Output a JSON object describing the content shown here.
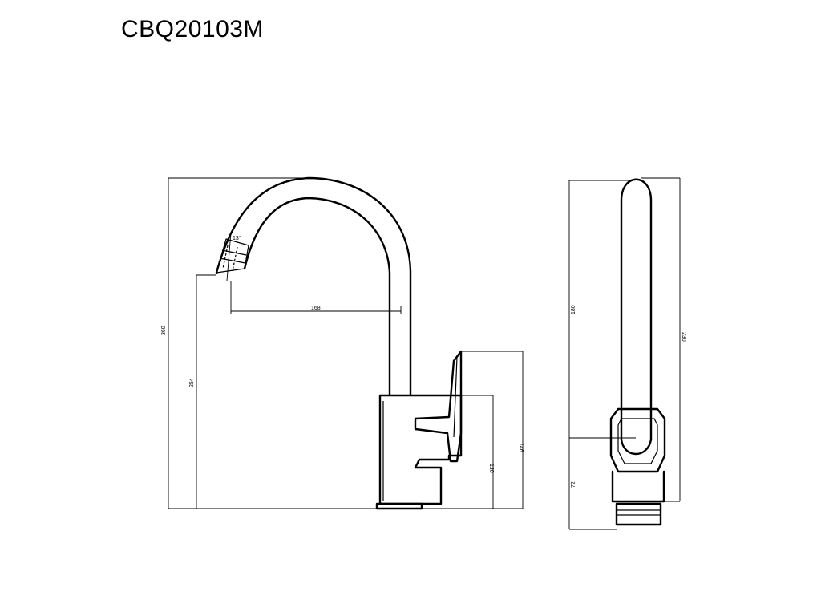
{
  "title": "CBQ20103M",
  "dimensions": {
    "total_height": "360",
    "spout_height": "254",
    "spout_reach": "168",
    "spout_angle": "13°",
    "handle_height": "146",
    "body_height": "130",
    "side_upper": "180",
    "side_total": "230",
    "side_lower": "72"
  },
  "colors": {
    "line": "#000000",
    "background": "#ffffff"
  }
}
